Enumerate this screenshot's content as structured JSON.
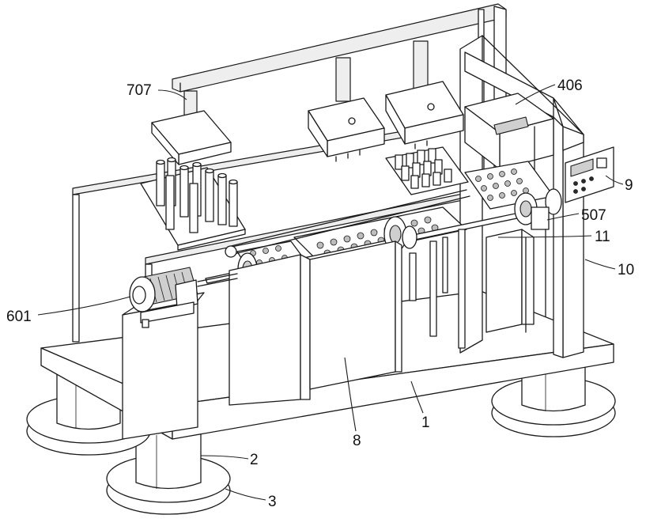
{
  "labels": {
    "l707": "707",
    "l406": "406",
    "l9": "9",
    "l507": "507",
    "l11": "11",
    "l10": "10",
    "l601": "601",
    "l1": "1",
    "l8": "8",
    "l2": "2",
    "l3": "3"
  }
}
